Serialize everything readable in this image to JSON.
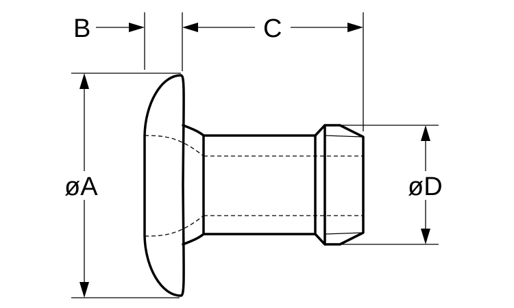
{
  "diagram": {
    "labels": {
      "b": "B",
      "c": "C",
      "a": "øA",
      "d": "øD"
    }
  }
}
